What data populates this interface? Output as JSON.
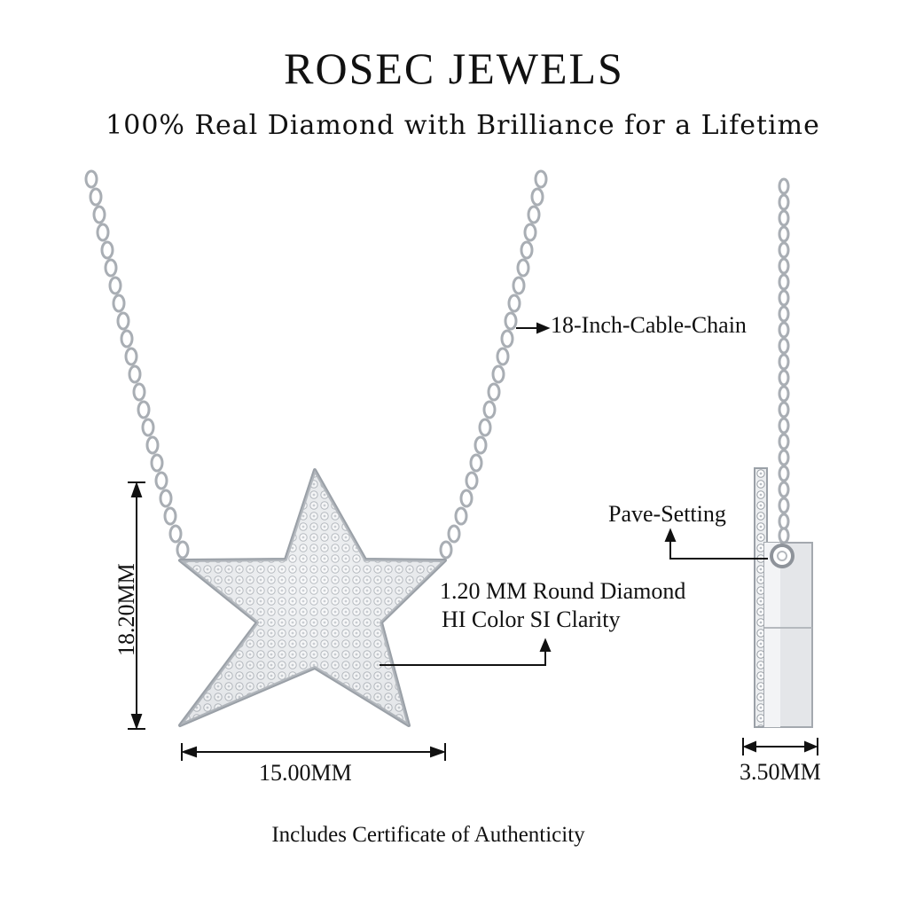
{
  "header": {
    "brand": "ROSEC JEWELS",
    "tagline": "100% Real Diamond with Brilliance for a Lifetime"
  },
  "annotations": {
    "chain": "18-Inch-Cable-Chain",
    "diamond_line1": "1.20 MM Round Diamond",
    "diamond_line2": "HI Color SI Clarity",
    "setting": "Pave-Setting"
  },
  "dimensions": {
    "width": "15.00MM",
    "height": "18.20MM",
    "depth": "3.50MM"
  },
  "footer": {
    "certificate": "Includes Certificate of Authenticity"
  },
  "colors": {
    "metal": "#c9ccd1",
    "metal_dark": "#8e939a",
    "text": "#111111"
  }
}
